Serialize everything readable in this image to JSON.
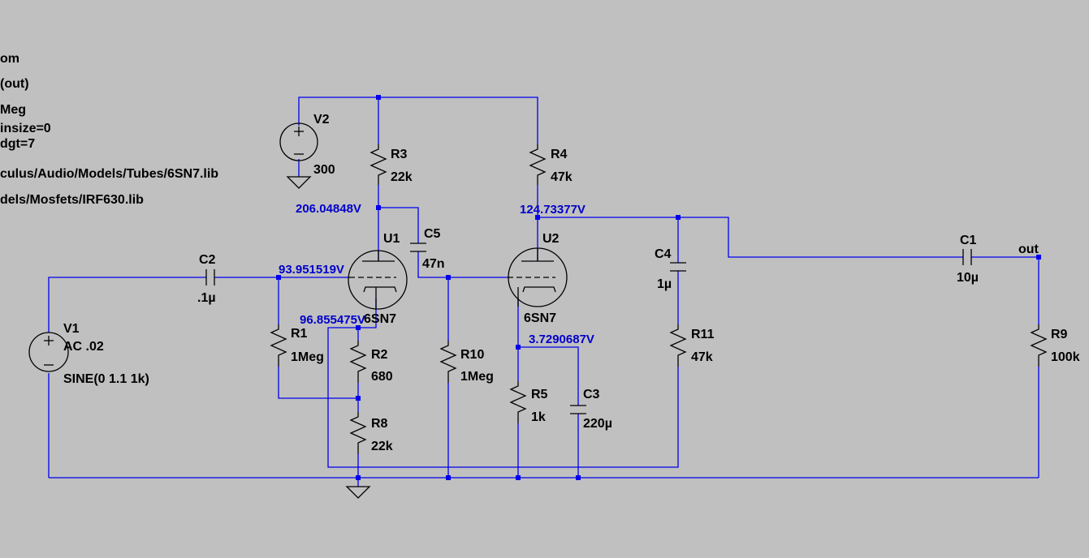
{
  "directives": [
    "om",
    "(out)",
    "Meg",
    "insize=0",
    "dgt=7",
    "culus/Audio/Models/Tubes/6SN7.lib",
    "dels/Mosfets/IRF630.lib"
  ],
  "components": {
    "v1": {
      "name": "V1",
      "value": "AC .02",
      "value2": "SINE(0 1.1 1k)"
    },
    "v2": {
      "name": "V2",
      "value": "300"
    },
    "r1": {
      "name": "R1",
      "value": "1Meg"
    },
    "r2": {
      "name": "R2",
      "value": "680"
    },
    "r3": {
      "name": "R3",
      "value": "22k"
    },
    "r4": {
      "name": "R4",
      "value": "47k"
    },
    "r5": {
      "name": "R5",
      "value": "1k"
    },
    "r8": {
      "name": "R8",
      "value": "22k"
    },
    "r9": {
      "name": "R9",
      "value": "100k"
    },
    "r10": {
      "name": "R10",
      "value": "1Meg"
    },
    "r11": {
      "name": "R11",
      "value": "47k"
    },
    "c1": {
      "name": "C1",
      "value": "10µ"
    },
    "c2": {
      "name": "C2",
      "value": ".1µ"
    },
    "c3": {
      "name": "C3",
      "value": "220µ"
    },
    "c4": {
      "name": "C4",
      "value": "1µ"
    },
    "c5": {
      "name": "C5",
      "value": "47n"
    },
    "u1": {
      "name": "U1",
      "value": "6SN7"
    },
    "u2": {
      "name": "U2",
      "value": "6SN7"
    }
  },
  "net_labels": {
    "out": "out"
  },
  "voltages": {
    "u1_plate": "206.04848V",
    "u2_plate": "124.73377V",
    "u1_grid": "93.951519V",
    "u1_cathode": "96.855475V",
    "u2_cathode": "3.7290687V"
  }
}
